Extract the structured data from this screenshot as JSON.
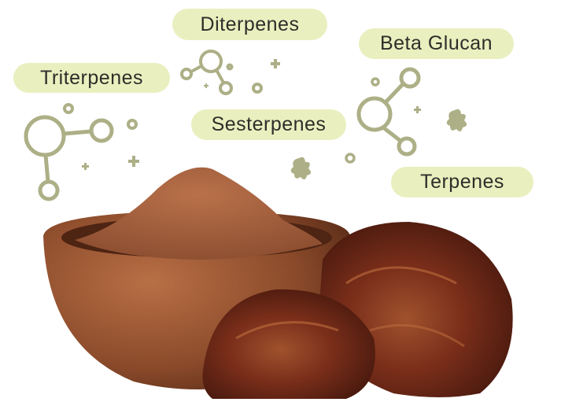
{
  "labels": {
    "triterpenes": "Triterpenes",
    "diterpenes": "Diterpenes",
    "beta_glucan": "Beta Glucan",
    "sesterpenes": "Sesterpenes",
    "terpenes": "Terpenes"
  },
  "colors": {
    "pill": "#eaefbf",
    "molecule": "#adaf86",
    "text": "#2e2e2a",
    "powder": "#a8613d",
    "bowl": "#8a4a2a",
    "mushroom": "#7a2e1a"
  }
}
